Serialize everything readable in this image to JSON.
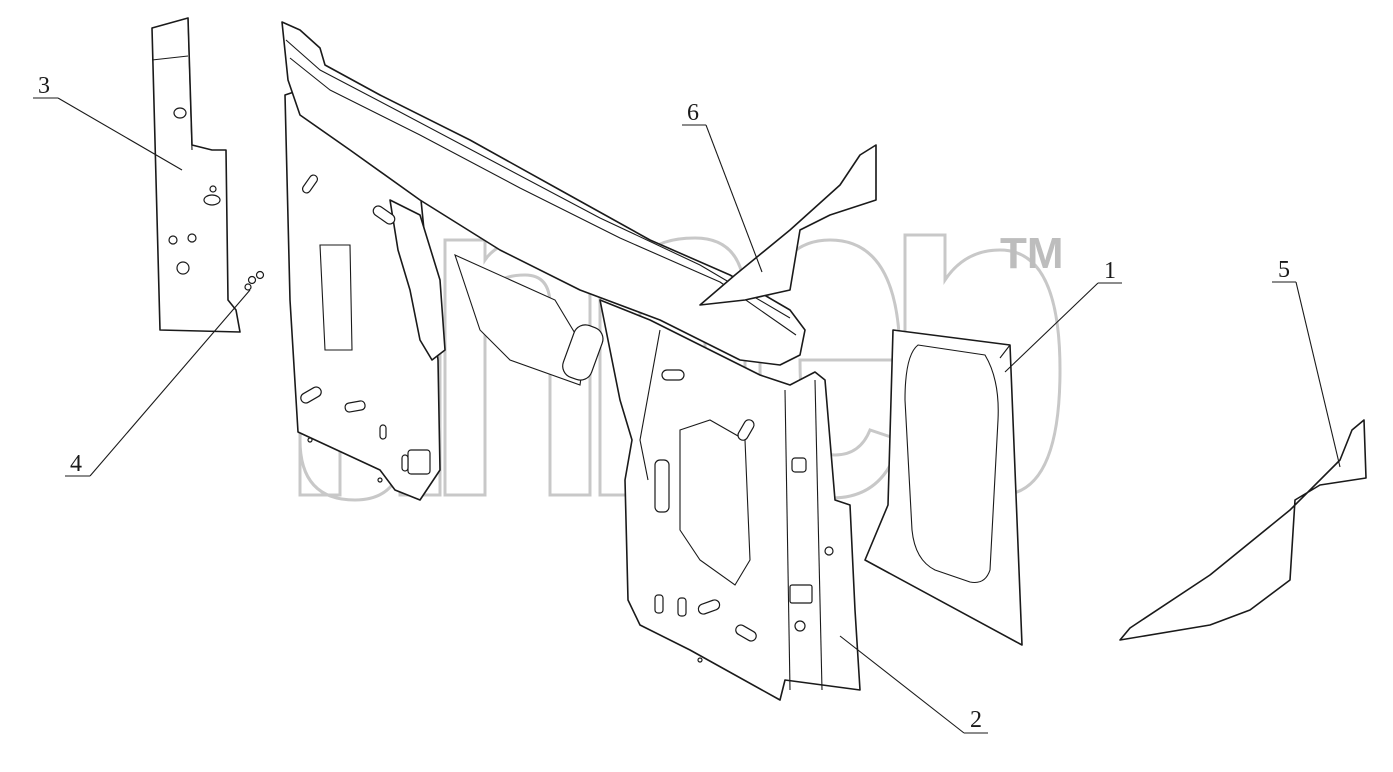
{
  "callouts": [
    {
      "id": "1",
      "label": "1"
    },
    {
      "id": "2",
      "label": "2"
    },
    {
      "id": "3",
      "label": "3"
    },
    {
      "id": "4",
      "label": "4"
    },
    {
      "id": "5",
      "label": "5"
    },
    {
      "id": "6",
      "label": "6"
    }
  ],
  "watermark": {
    "trademark": "TM"
  }
}
